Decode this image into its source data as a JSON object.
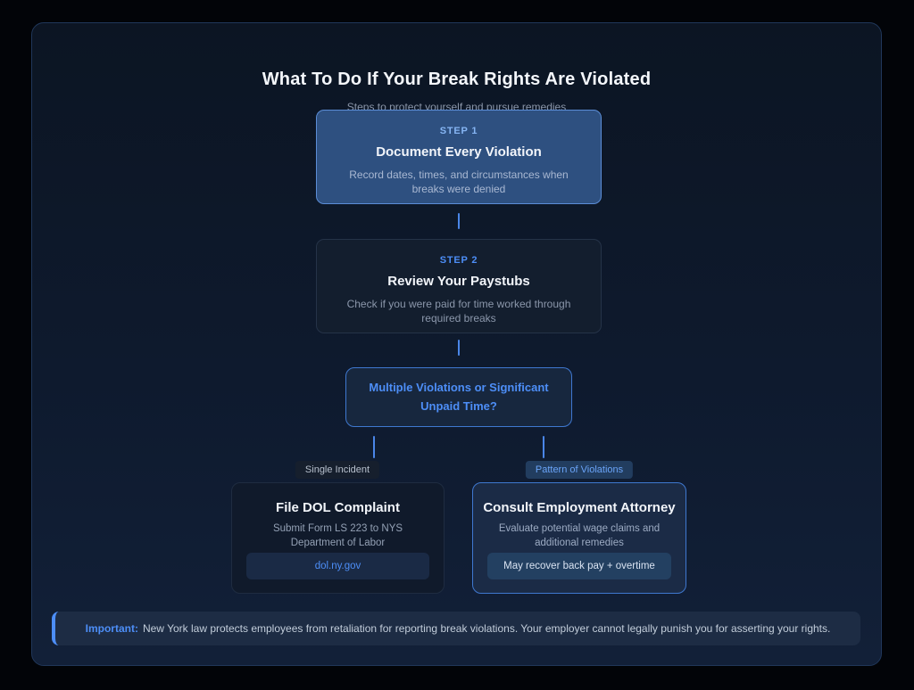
{
  "colors": {
    "accent": "#4d8ef7",
    "connector": "#4a86e8",
    "panel-border": "#20375a",
    "step1-bg": "#2e5080",
    "step1-border": "#5b8dd6"
  },
  "header": {
    "title": "What To Do If Your Break Rights Are Violated",
    "subtitle": "Steps to protect yourself and pursue remedies"
  },
  "steps": [
    {
      "label": "STEP 1",
      "title": "Document Every Violation",
      "description": "Record dates, times, and circumstances when breaks were denied"
    },
    {
      "label": "STEP 2",
      "title": "Review Your Paystubs",
      "description": "Check if you were paid for time worked through required breaks"
    }
  ],
  "decision": {
    "question": "Multiple Violations or Significant Unpaid Time?"
  },
  "branches": [
    {
      "label": "Single Incident"
    },
    {
      "label": "Pattern of Violations"
    }
  ],
  "outcomes": [
    {
      "title": "File DOL Complaint",
      "description": "Submit Form LS 223 to NYS Department of Labor",
      "action": "dol.ny.gov"
    },
    {
      "title": "Consult Employment Attorney",
      "description": "Evaluate potential wage claims and additional remedies",
      "action": "May recover back pay + overtime"
    }
  ],
  "note": {
    "label": "Important:",
    "text": "New York law protects employees from retaliation for reporting break violations. Your employer cannot legally punish you for asserting your rights."
  }
}
